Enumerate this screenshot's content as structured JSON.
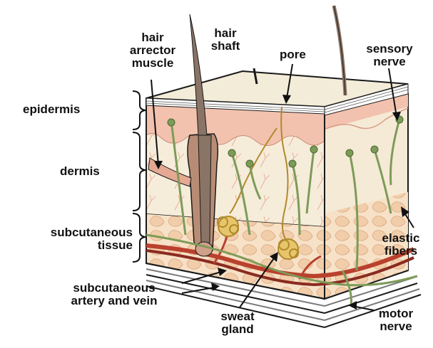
{
  "labels": {
    "epidermis": "epidermis",
    "dermis": "dermis",
    "subcutaneous_tissue": [
      "subcutaneous",
      "tissue"
    ],
    "hair_arrector_muscle": [
      "hair",
      "arrector",
      "muscle"
    ],
    "hair_shaft": [
      "hair",
      "shaft"
    ],
    "pore": "pore",
    "sensory_nerve": [
      "sensory",
      "nerve"
    ],
    "elastic_fibers": [
      "elastic",
      "fibers"
    ],
    "subcutaneous_artery_and_vein": [
      "subcutaneous",
      "artery and vein"
    ],
    "sweat_gland": [
      "sweat",
      "gland"
    ],
    "motor_nerve": [
      "motor",
      "nerve"
    ]
  },
  "colors": {
    "epidermis_surface": "#f3ecd8",
    "epidermis_pink": "#f2c2ae",
    "dermis": "#f5ead6",
    "subcutaneous": "#f6dfc4",
    "fat_lobule": "#f0cda8",
    "hair": "#8a7466",
    "follicle": "#b88c74",
    "nerve_green": "#7d9b58",
    "artery": "#b9412e",
    "sweat_gland": "#d3b050",
    "outline": "#1a1a1a"
  }
}
